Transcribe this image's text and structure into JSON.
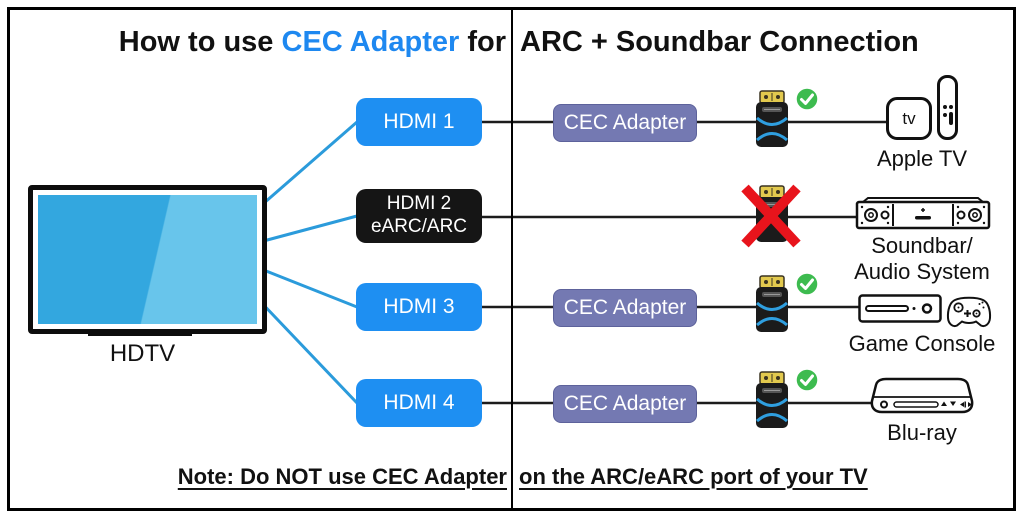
{
  "title": {
    "left_part1": "How to use ",
    "left_highlight": "CEC Adapter",
    "left_part2": " for",
    "right": "ARC + Soundbar Connection"
  },
  "tv": {
    "label": "HDTV"
  },
  "ports": [
    {
      "label": "HDMI 1",
      "style": "blue"
    },
    {
      "label": "HDMI 2",
      "sublabel": "eARC/ARC",
      "style": "black"
    },
    {
      "label": "HDMI 3",
      "style": "blue"
    },
    {
      "label": "HDMI 4",
      "style": "blue"
    }
  ],
  "cec_adapter": {
    "label": "CEC Adapter"
  },
  "rows": [
    {
      "port": "HDMI 1",
      "has_cec_box": true,
      "status": "allowed",
      "device": "Apple TV"
    },
    {
      "port": "HDMI 2 eARC/ARC",
      "has_cec_box": false,
      "status": "blocked",
      "device": "Soundbar/Audio System"
    },
    {
      "port": "HDMI 3",
      "has_cec_box": true,
      "status": "allowed",
      "device": "Game Console"
    },
    {
      "port": "HDMI 4",
      "has_cec_box": true,
      "status": "allowed",
      "device": "Blu-ray"
    }
  ],
  "devices": {
    "apple_tv": {
      "label": "Apple TV",
      "icon_text": "tv"
    },
    "soundbar": {
      "label_line1": "Soundbar/",
      "label_line2": "Audio System"
    },
    "game_console": {
      "label": "Game Console"
    },
    "bluray": {
      "label": "Blu-ray"
    }
  },
  "note": {
    "left": "Note: Do NOT use CEC Adapter",
    "right": "on the ARC/eARC port of your TV"
  },
  "colors": {
    "hdmi_port_blue": "#1e8ff2",
    "hdmi_port_black": "#151515",
    "cec_box_purple": "#7479b2",
    "title_highlight_blue": "#1e88f0",
    "tv_screen_dark": "#33a7df",
    "tv_screen_light": "#68c5eb",
    "fan_line_blue": "#2b9bdb",
    "connection_line": "#1c1c1c",
    "check_green": "#3dbb4f",
    "cross_red": "#e8141c",
    "hdmi_connector_gold": "#e2c94e"
  }
}
